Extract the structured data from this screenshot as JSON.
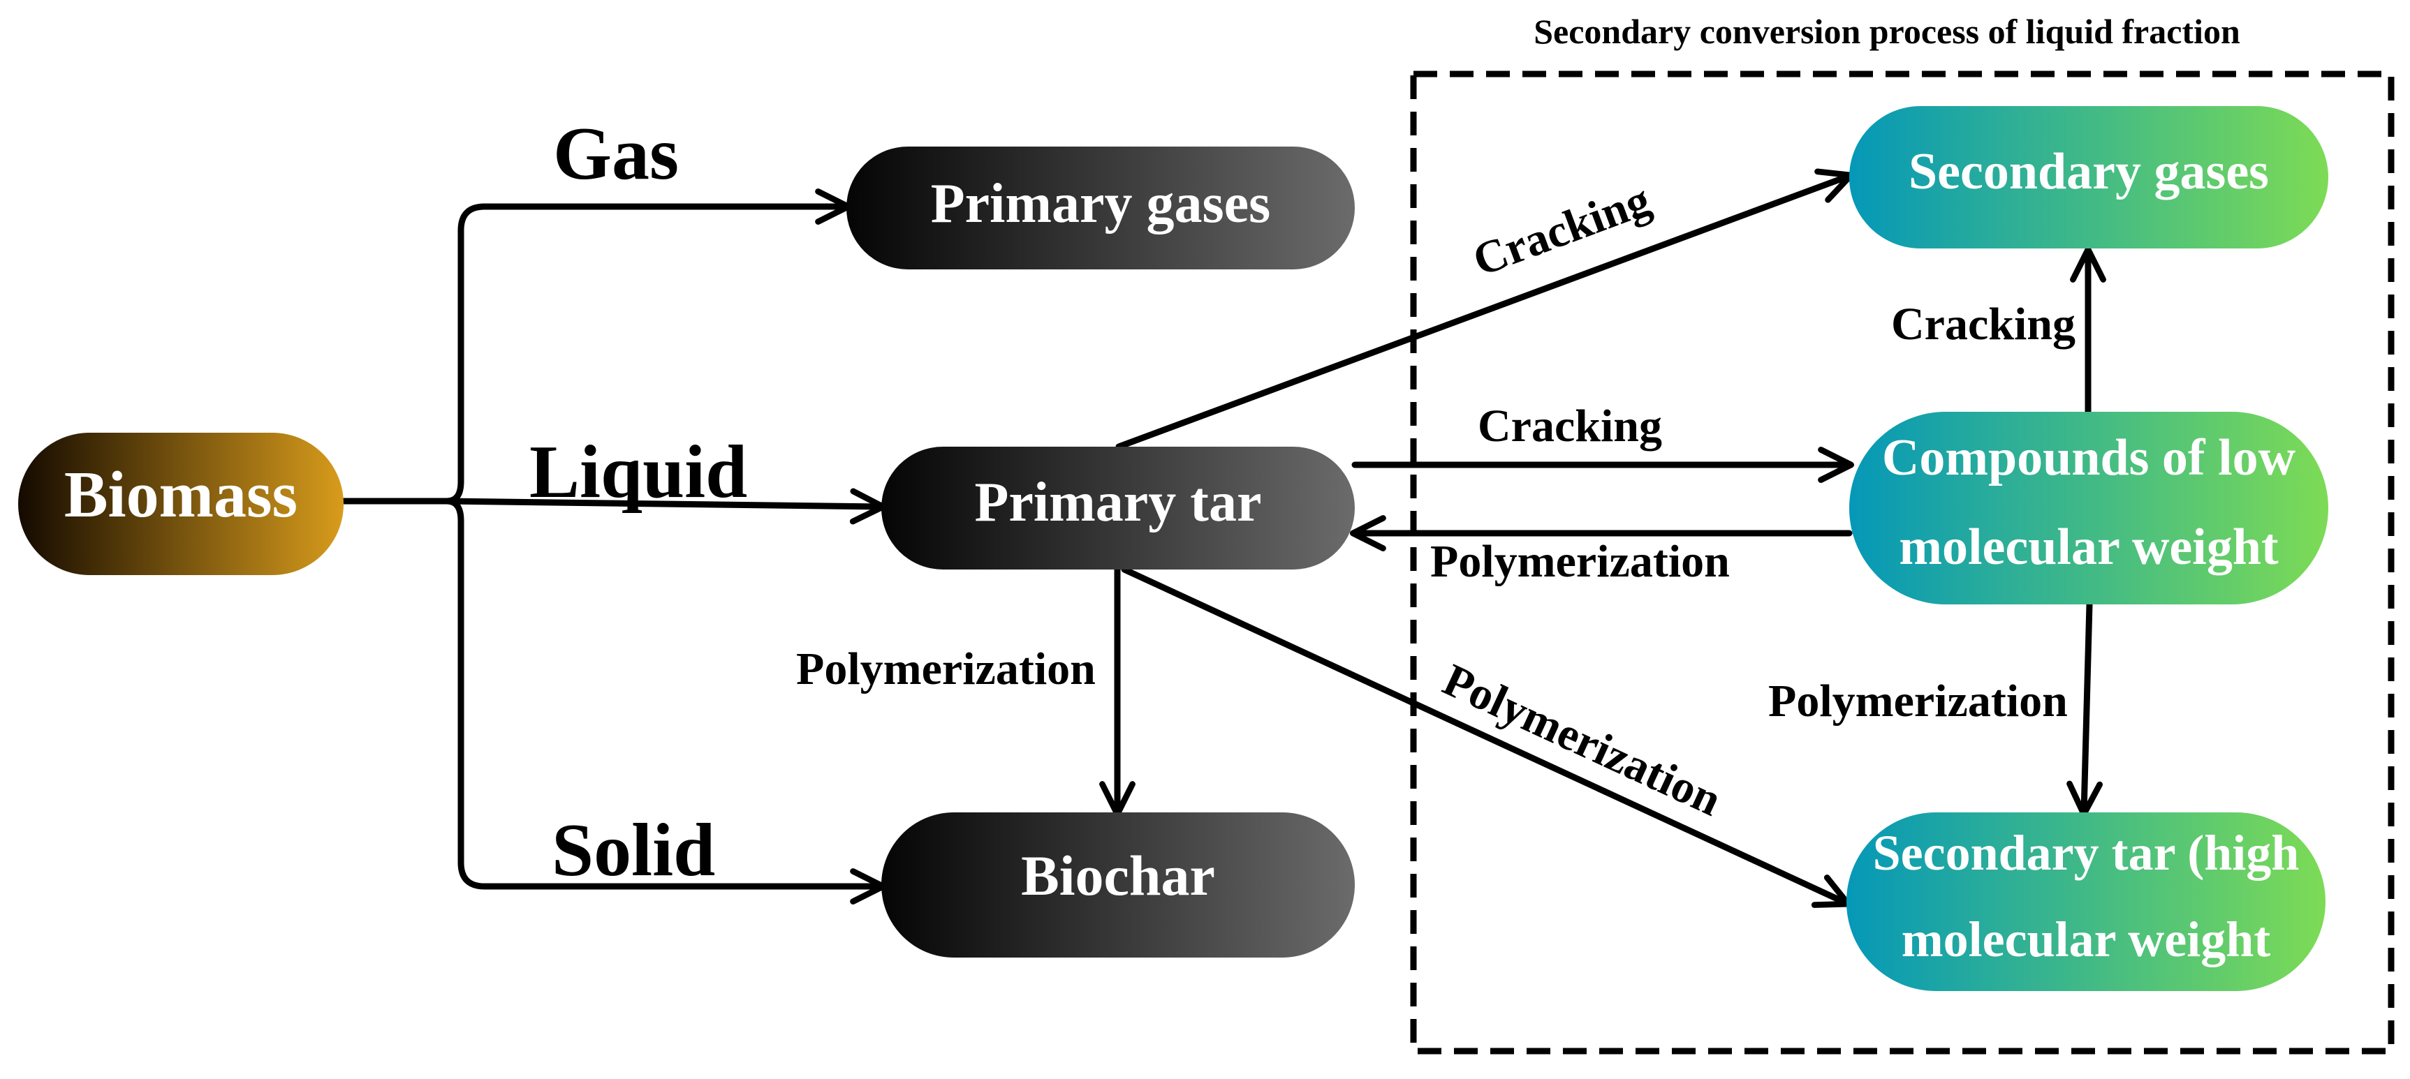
{
  "title": "Secondary conversion process of liquid fraction",
  "colors": {
    "biomass": [
      "#140a00",
      "#d89c1c"
    ],
    "primary": [
      "#050505",
      "#6b6b6b"
    ],
    "secondary": [
      "#0598b8",
      "#7ddb55"
    ]
  },
  "nodes": {
    "biomass": "Biomass",
    "primary_gases": "Primary gases",
    "primary_tar": "Primary tar",
    "biochar": "Biochar",
    "secondary_gases": "Secondary gases",
    "low_mw": [
      "Compounds of low",
      "molecular weight"
    ],
    "secondary_tar": [
      "Secondary tar (high",
      "molecular weight"
    ]
  },
  "branches": {
    "gas": "Gas",
    "liquid": "Liquid",
    "solid": "Solid"
  },
  "edges": {
    "tar_to_secondary_gases": "Cracking",
    "tar_to_low_mw": "Cracking",
    "low_mw_to_tar": "Polymerization",
    "tar_to_biochar": "Polymerization",
    "tar_to_secondary_tar": "Polymerization",
    "low_mw_to_secondary_gases": "Cracking",
    "low_mw_to_secondary_tar": "Polymerization"
  }
}
